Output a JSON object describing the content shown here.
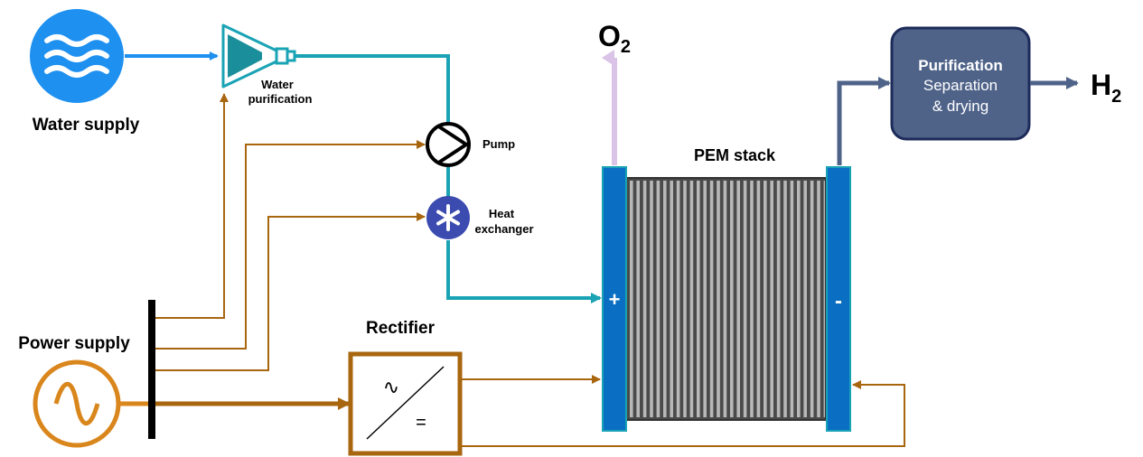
{
  "labels": {
    "water_supply": "Water supply",
    "water_purification_line1": "Water",
    "water_purification_line2": "purification",
    "pump": "Pump",
    "heat_exchanger_line1": "Heat",
    "heat_exchanger_line2": "exchanger",
    "power_supply": "Power supply",
    "rectifier": "Rectifier",
    "rectifier_ac_symbol": "∿",
    "rectifier_dc_symbol": "=",
    "pem_stack": "PEM stack",
    "anode_sign": "+",
    "cathode_sign": "-",
    "oxygen_main": "O",
    "oxygen_sub": "2",
    "hydrogen_main": "H",
    "hydrogen_sub": "2",
    "purification_title": "Purification",
    "purification_line2": "Separation",
    "purification_line3": "& drying"
  },
  "colors": {
    "water_blue": "#1e90f0",
    "teal_pipe": "#1aa3b5",
    "electric_brown": "#a8660f",
    "power_orange": "#d9861c",
    "stack_blue": "#0a6fc2",
    "stack_dark": "#4a4a4a",
    "heat_exchanger": "#3b4bb0",
    "oxygen_arrow": "#d9c3e6",
    "hydrogen_line": "#4f6389",
    "purification_fill": "#4f6389",
    "purification_border": "#1d2b5a"
  },
  "icons": {
    "water_supply": "water-waves-icon",
    "water_purification": "funnel-filter-icon",
    "pump": "pump-icon",
    "heat_exchanger": "snowflake-icon",
    "power_supply": "ac-source-icon"
  }
}
